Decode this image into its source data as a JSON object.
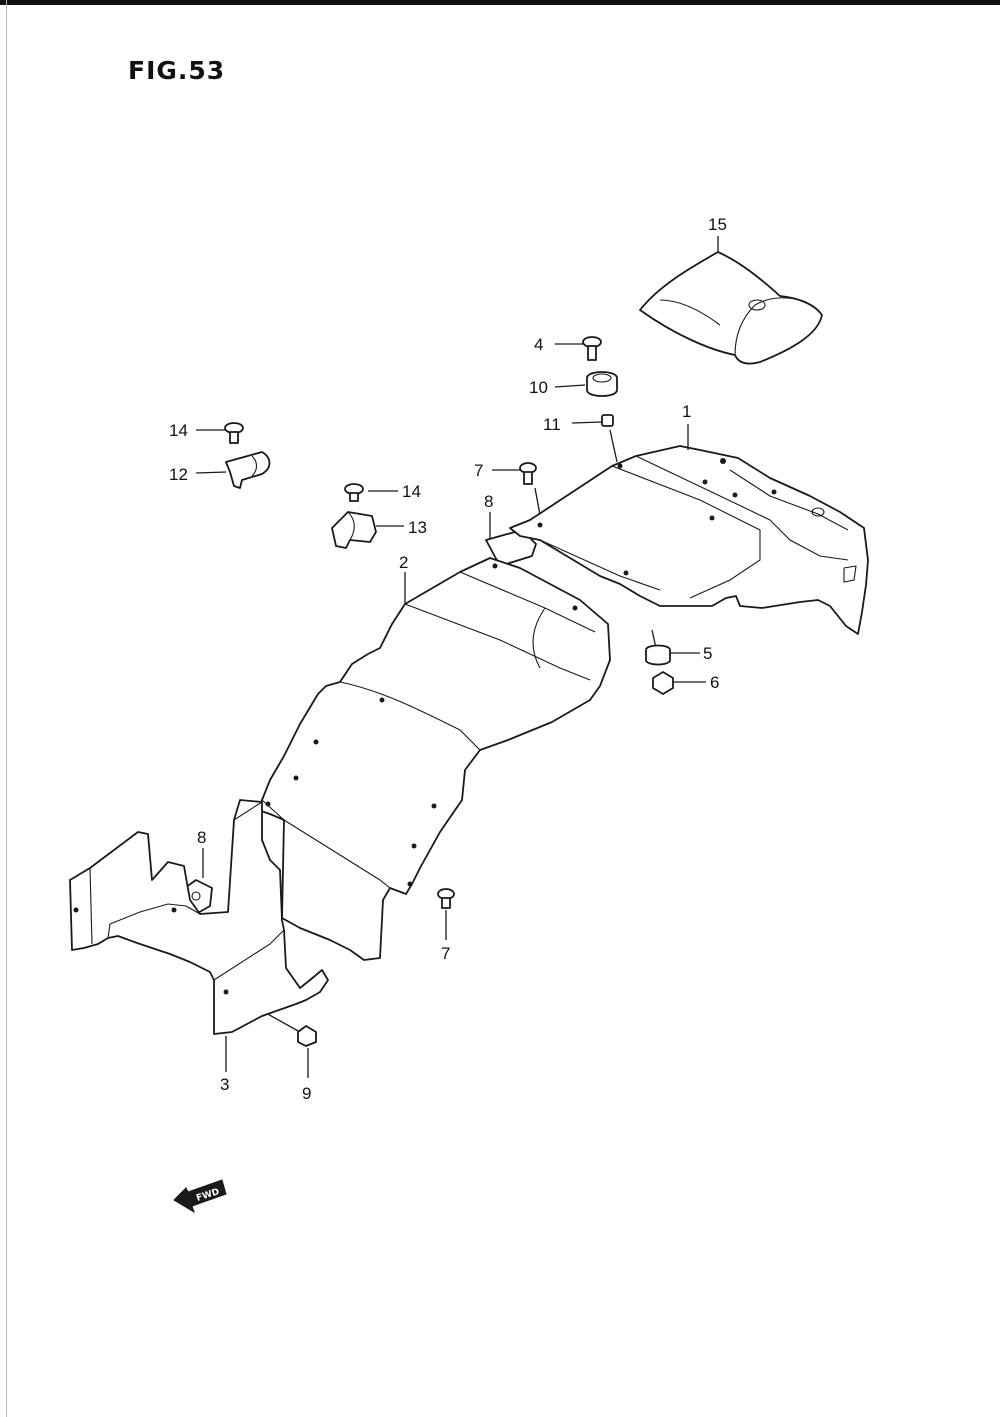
{
  "figure": {
    "title": "FIG.53"
  },
  "labels": [
    {
      "id": "p15",
      "text": "15"
    },
    {
      "id": "p4",
      "text": "4"
    },
    {
      "id": "p10",
      "text": "10"
    },
    {
      "id": "p1",
      "text": "1"
    },
    {
      "id": "p11",
      "text": "11"
    },
    {
      "id": "p14a",
      "text": "14"
    },
    {
      "id": "p12",
      "text": "12"
    },
    {
      "id": "p7a",
      "text": "7"
    },
    {
      "id": "p14b",
      "text": "14"
    },
    {
      "id": "p8a",
      "text": "8"
    },
    {
      "id": "p13",
      "text": "13"
    },
    {
      "id": "p2",
      "text": "2"
    },
    {
      "id": "p5",
      "text": "5"
    },
    {
      "id": "p6",
      "text": "6"
    },
    {
      "id": "p8b",
      "text": "8"
    },
    {
      "id": "p7b",
      "text": "7"
    },
    {
      "id": "p3",
      "text": "3"
    },
    {
      "id": "p9",
      "text": "9"
    }
  ],
  "direction_marker": {
    "text": "FWD"
  },
  "colors": {
    "ink": "#1a1a1a",
    "paper": "#ffffff"
  }
}
